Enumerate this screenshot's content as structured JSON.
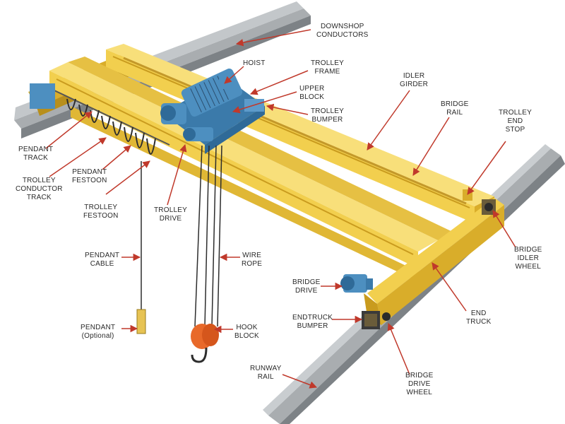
{
  "labels": {
    "downshop_conductors": "DOWNSHOP\nCONDUCTORS",
    "hoist": "HOIST",
    "trolley_frame": "TROLLEY\nFRAME",
    "upper_block": "UPPER\nBLOCK",
    "trolley_bumper": "TROLLEY\nBUMPER",
    "idler_girder": "IDLER\nGIRDER",
    "bridge_rail": "BRIDGE\nRAIL",
    "trolley_end_stop": "TROLLEY\nEND\nSTOP",
    "pendant_track": "PENDANT\nTRACK",
    "trolley_conductor_track": "TROLLEY\nCONDUCTOR\nTRACK",
    "pendant_festoon": "PENDANT\nFESTOON",
    "trolley_festoon": "TROLLEY\nFESTOON",
    "trolley_drive": "TROLLEY\nDRIVE",
    "pendant_cable": "PENDANT\nCABLE",
    "wire_rope": "WIRE\nROPE",
    "pendant_optional": "PENDANT\n(Optional)",
    "hook_block": "HOOK\nBLOCK",
    "bridge_drive": "BRIDGE\nDRIVE",
    "endtruck_bumper": "ENDTRUCK\nBUMPER",
    "bridge_idler_wheel": "BRIDGE\nIDLER\nWHEEL",
    "end_truck": "END\nTRUCK",
    "runway_rail": "RUNWAY\nRAIL",
    "bridge_drive_wheel": "BRIDGE\nDRIVE\nWHEEL"
  },
  "colors": {
    "girder_yellow": "#f2cf4e",
    "girder_shade": "#d9ad2a",
    "girder_light": "#f8df7a",
    "rail_grey": "#a9adb0",
    "rail_dark": "#7d8286",
    "hoist_blue": "#4d8fc0",
    "hoist_dark": "#2f6a98",
    "hook_orange": "#e8692a",
    "pointer_red": "#c0392b"
  }
}
